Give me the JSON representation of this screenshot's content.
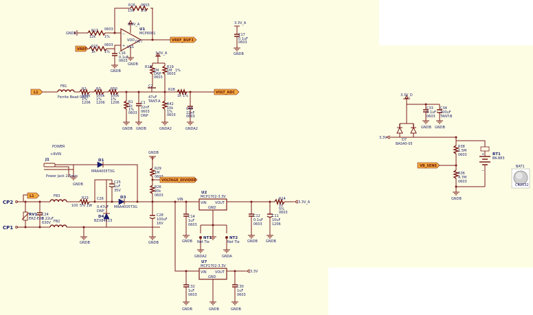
{
  "colors": {
    "background_shaded": "#fdfde4",
    "background_plain": "#ffffff",
    "wire": "#7a1b1b",
    "label_text": "#1a1a6e",
    "net_flag": "#f3ac3e"
  },
  "opamp": {
    "u1_ref": "U1",
    "u1_part": "MCP6001",
    "r16": "R16",
    "r16_val": "15k",
    "r16_pkg": "0603",
    "r16_tol": "1%",
    "r17": "R17",
    "r17_val": "12k",
    "r17_pkg": "0603",
    "r17_tol": "1%",
    "r15": "R15",
    "r15_val": "1k",
    "r15_pkg": "0603",
    "r15_tol": "1%",
    "c16": "C16",
    "c16_val": "0.1uF",
    "c16_pkg": "0603",
    "supply": "3.3V_A",
    "gnd_left": "GNDB",
    "gnd_bottom": "GNDB",
    "in_flag": "VREF",
    "out_flag": "VREF_BUF3",
    "pin_vdd": "VDD",
    "pin_vss": "VSS",
    "pin_out": "OUT",
    "c17": "C17",
    "c17_val": "0.1uF",
    "c17_pkg": "0603",
    "c17_supply": "3.3V_A",
    "c17_gnd": "GNDB"
  },
  "filter": {
    "in_flag": "L1",
    "fb1": "FB1",
    "fb1_note": "Ferrite Bead 0805",
    "r2": "R2",
    "r2_val": "100k",
    "r2_tol": "1%",
    "r2_pkg": "1206",
    "r3": "R3",
    "r3_val": "100k",
    "r3_tol": "1%",
    "r3_pkg": "1206",
    "r50": "R50",
    "r50_val": "100k",
    "r50_tol": "1%",
    "r50_pkg": "1206",
    "r1": "R1",
    "r1_val": "1k",
    "r1_tol": "1%",
    "r1_pkg": "0603",
    "c1": "C1",
    "c1_val": "22nF",
    "c1_pkg": "0603",
    "c1_dnp": "DNP",
    "c2": "C2",
    "c2_val": "47uF",
    "c2_pkg": "TANT-A",
    "r18": "R18",
    "r18_val": "1M",
    "r18_pkg": "0603",
    "r18_dnp": "DNP",
    "r19": "R19",
    "r19_val": "1M",
    "r19_pkg": "0603",
    "r19_tol": "1%",
    "r42": "R42",
    "r42_val": "10k",
    "r42_tol": "1%",
    "r42_pkg": "0603",
    "r28": "R28",
    "r28_val": "1k",
    "r28_tol": "1%",
    "c49": "C49",
    "c49_val": "22nF",
    "c49_pkg": "0603",
    "supply": "3.3V_A",
    "out_flag": "VOLT_ADC",
    "gnd1": "GNDB",
    "gnd2": "GNDB",
    "gnd3": "GNDA2",
    "gnd4": "GNDA2"
  },
  "battery": {
    "supply": "3.3V_D",
    "c33": "C33",
    "c33_val": "0.1uF",
    "c33_pkg": "0603",
    "c34": "C34",
    "c34_val": "100uF",
    "c34_pkg": "TANT-B",
    "gnd_c33": "GNDB",
    "gnd_c34": "GNDB",
    "d7": "D7",
    "d7_part": "BAS40-05",
    "node_3v": "3.3V",
    "r38": "R38",
    "r38_val": "1.5M",
    "r38_pkg": "0603",
    "r36": "R36",
    "r36_val": "4.7M",
    "r36_pkg": "0603",
    "bt1": "BT1",
    "bt1_part": "BK-883",
    "sense_flag": "VB_SENS",
    "gnd_bottom": "GNDB",
    "bat1_ref": "BAT1",
    "bat1_part": "CR2032"
  },
  "power": {
    "cp2": "CP2",
    "cp1": "CP1",
    "l1_flag": "L1",
    "power_title": "POWER",
    "plus_vin": "+9VIN",
    "j1": "J1",
    "j1_note": "Power Jack 2.5mm",
    "d1": "D1",
    "d1_part": "MRA4005T3G",
    "d3": "D3",
    "d3_part": "MRA4005T3G",
    "d4": "D4",
    "d4_part": "BZX84C15",
    "fb3": "FB3",
    "fb2": "FB2",
    "r23": "R23",
    "r23_val": "100",
    "r23_tol": "5%",
    "r23_pwr": "1W",
    "c26": "C26",
    "c26_val": "0.47uF",
    "c26_dnp": "DNP",
    "c25": "C25",
    "c25_val": "1uF",
    "c25_v": "35V",
    "rv1": "RV1",
    "rv1_part": "ERZ-E08",
    "c24": "C24",
    "c24_val": "0.22uF",
    "c24b_val": "630V",
    "gnd_j1": "GNDB",
    "gnd_mid": "GNDB",
    "gnd_d4": "GNDB",
    "r29": "R29",
    "r29_val": "1M",
    "r29_pkg": "0603",
    "r26": "R26",
    "r26_val": "20k",
    "r26_pkg": "0603",
    "c28": "C28",
    "c28_val": "100uF",
    "c28_v": "16V",
    "divider_flag": "VOLTAGE_DIVIDER",
    "gnd_top": "GNDB",
    "gnd_c28": "GNDB",
    "u2": "U2",
    "u2_part": "MCP1702-3.3V",
    "u7": "U7",
    "u7_part": "MCP1702-3.3V",
    "vin": "VIN",
    "vout": "VOUT",
    "gnd_pin": "GND",
    "c14": "C14",
    "c14_val": "1uF",
    "c14_pkg": "0603",
    "c12": "C12",
    "c12_val": "0.1uF",
    "c12_pkg": "0603",
    "c11": "C11",
    "c11_val": "10uF",
    "c11_pkg": "1206",
    "r14": "R14",
    "r14_val": "10",
    "r14_tol": "5%",
    "r14_pkg": "0603",
    "out_a": "3.3V_A",
    "out_b": "3.3V",
    "nt1": "NT1",
    "nt1_note": "Net Tie",
    "nt2": "NT2",
    "nt2_note": "Net Tie",
    "gnd_nt1": "GNDA2",
    "gnd_nt2": "GNDA",
    "c32": "C32",
    "c32_val": "1uF",
    "c32_pkg": "0603",
    "c30": "C30",
    "c30_val": "1uF",
    "c30_pkg": "0603",
    "gnd_c14": "GNDB",
    "gnd_c12": "GNDB",
    "gnd_c11": "GNDB",
    "gnd_c32": "GNDB",
    "gnd_c30": "GNDB",
    "gnd_u7": "GNDB"
  }
}
